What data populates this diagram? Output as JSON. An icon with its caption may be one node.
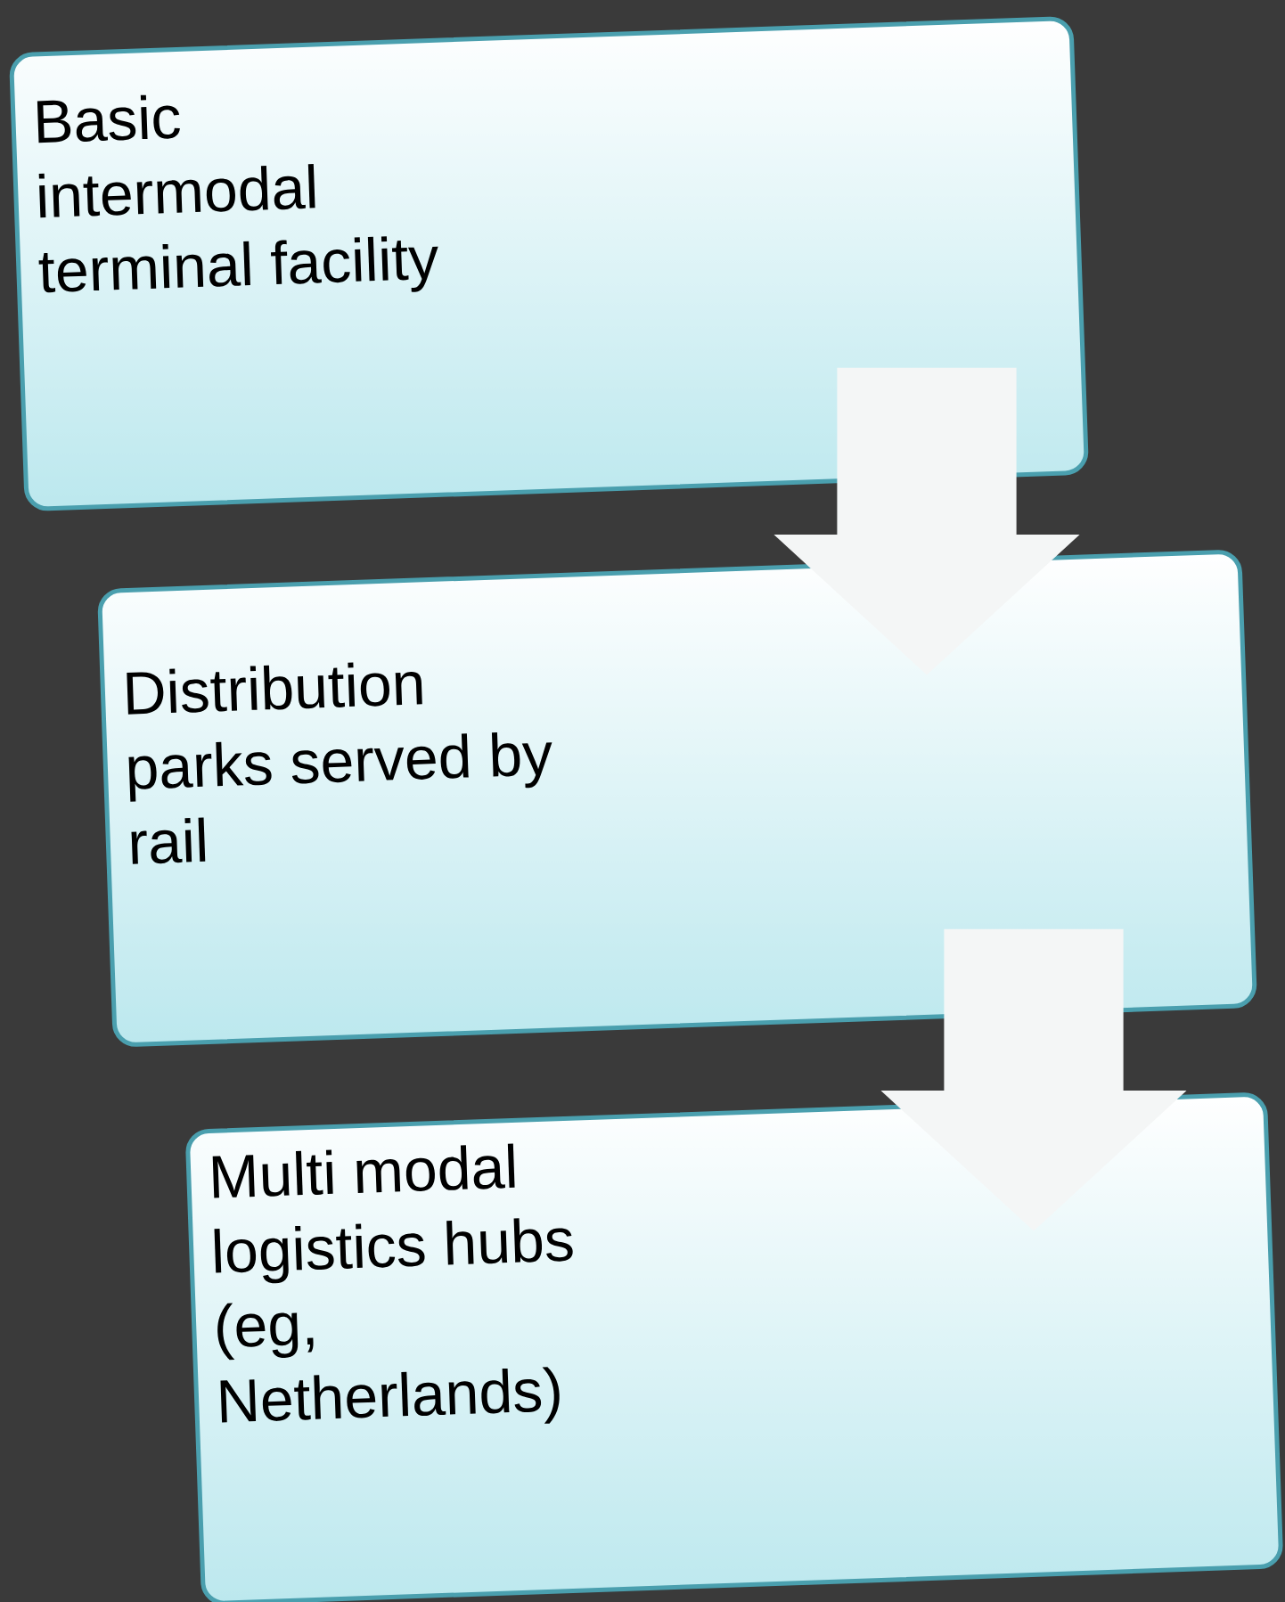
{
  "diagram": {
    "nodes": [
      {
        "text": [
          "Basic intermodal terminal facility"
        ]
      },
      {
        "text": [
          "Distribution parks served by rail"
        ]
      },
      {
        "text": [
          "Multi modal logistics hubs (eg, Netherlands)"
        ]
      }
    ],
    "edges": [
      {
        "from": 0,
        "to": 1,
        "arrow": "to"
      },
      {
        "from": 1,
        "to": 2,
        "arrow": "to"
      }
    ]
  }
}
